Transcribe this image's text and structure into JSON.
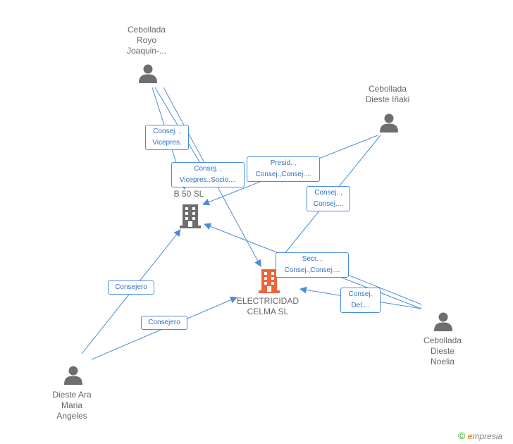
{
  "colors": {
    "edge": "#4a8cdc",
    "person": "#6e6e6e",
    "company_main": "#f0643c",
    "company": "#6e6e6e"
  },
  "nodes": {
    "cebollada_royo": {
      "lines": [
        "Cebollada",
        "Royo",
        "Joaquin-..."
      ],
      "icon": "person-icon"
    },
    "cebollada_inaki": {
      "lines": [
        "Cebollada",
        "Dieste Iñaki"
      ],
      "icon": "person-icon"
    },
    "b50": {
      "lines": [
        "B 50 SL"
      ],
      "icon": "building-icon"
    },
    "electricidad": {
      "lines": [
        "ELECTRICIDAD",
        "CELMA SL"
      ],
      "icon": "building-icon"
    },
    "dieste_ara": {
      "lines": [
        "Dieste Ara",
        "Maria",
        "Angeles"
      ],
      "icon": "person-icon"
    },
    "cebollada_noelia": {
      "lines": [
        "Cebollada",
        "Dieste",
        "Noelia"
      ],
      "icon": "person-icon"
    }
  },
  "relations": {
    "r1": [
      "Consej. ,",
      "Vicepres."
    ],
    "r2": [
      "Consej. ,",
      "Vicepres.,Socio...."
    ],
    "r3": [
      "Presid. ,",
      "Consej.,Consej...."
    ],
    "r4": [
      "Consej. ,",
      "Consej...."
    ],
    "r5": [
      "Secr. ,",
      "Consej.,Consej...."
    ],
    "r6": [
      "Consej.",
      "Del...."
    ],
    "r7": [
      "Consejero"
    ],
    "r8": [
      "Consejero"
    ]
  },
  "brand": {
    "symbol": "©",
    "first": "e",
    "rest": "mpresia"
  }
}
